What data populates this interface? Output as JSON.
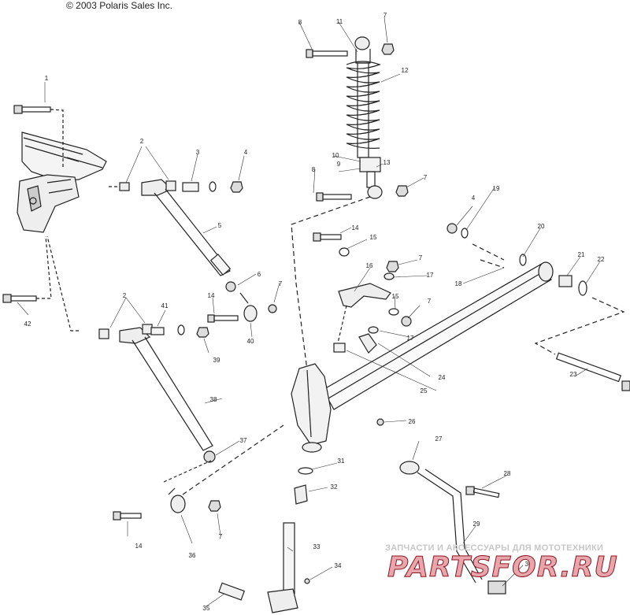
{
  "copyright": "© 2003 Polaris Sales Inc.",
  "callouts": [
    "1",
    "2",
    "3",
    "4",
    "5",
    "6",
    "7",
    "8",
    "9",
    "10",
    "11",
    "12",
    "13",
    "14",
    "15",
    "16",
    "17",
    "18",
    "19",
    "20",
    "21",
    "22",
    "23",
    "24",
    "25",
    "26",
    "27",
    "28",
    "29",
    "30",
    "31",
    "32",
    "33",
    "34",
    "35",
    "36",
    "37",
    "38",
    "39",
    "40",
    "41",
    "42"
  ],
  "watermark": {
    "subtitle": "ЗАПЧАСТИ И АКСЕССУАРЫ ДЛЯ МОТОТЕХНИКИ",
    "brand": "PARTSFOR.RU",
    "color": "#e8a5ab",
    "subtitle_color": "#c7c7c7"
  }
}
